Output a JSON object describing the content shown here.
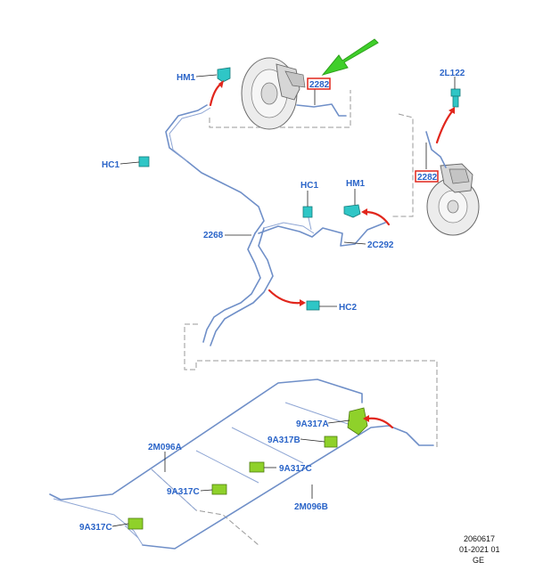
{
  "callouts": {
    "hm1_top": "HM1",
    "part_2282_top": "2282",
    "part_2l122": "2L122",
    "hc1_left": "HC1",
    "part_2282_right": "2282",
    "hc1_mid": "HC1",
    "hm1_mid": "HM1",
    "part_2268": "2268",
    "part_2c292": "2C292",
    "hc2": "HC2",
    "part_9a317a": "9A317A",
    "part_9a317b": "9A317B",
    "part_2m096a": "2M096A",
    "part_9a317c_mid": "9A317C",
    "part_9a317c_left": "9A317C",
    "part_2m096b": "2M096B",
    "part_9a317c_bottom": "9A317C"
  },
  "footer": {
    "line1": "2060617",
    "line2": "01-2021 01",
    "line3": "GE"
  },
  "colors": {
    "callout_text": "#2a64c8",
    "pipe": "#6f8fc8",
    "highlight_box": "#e1261c",
    "arrow_red": "#e1261c",
    "arrow_green": "#3fcf2a",
    "clip_teal": "#2fc6c6",
    "clip_green": "#8fd12a"
  }
}
